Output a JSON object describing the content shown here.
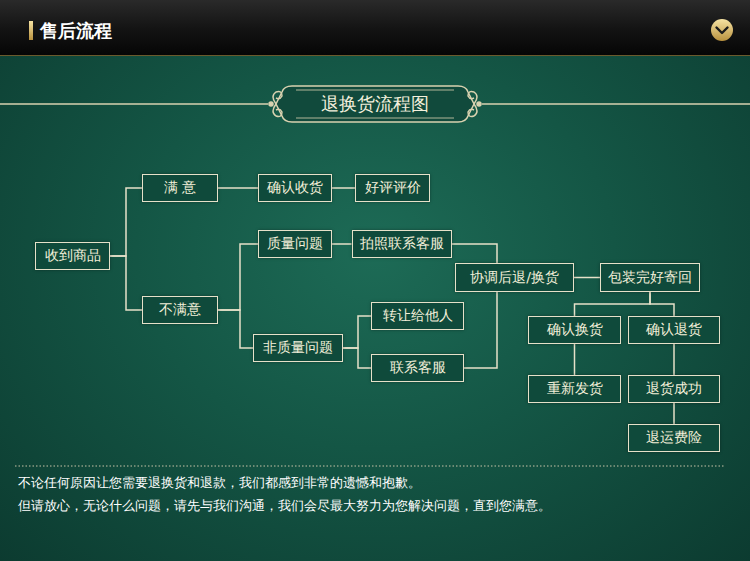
{
  "diagram": {
    "title": "退换货流程图",
    "nodes": [
      {
        "text": [
          "收到商品"
        ]
      },
      {
        "text": [
          "满 意"
        ]
      },
      {
        "text": [
          "确认收货"
        ]
      },
      {
        "text": [
          "好评评价"
        ]
      },
      {
        "text": [
          "不满意"
        ]
      },
      {
        "text": [
          "质量问题"
        ]
      },
      {
        "text": [
          "拍照联系客服"
        ]
      },
      {
        "text": [
          "非质量问题"
        ]
      },
      {
        "text": [
          "转让给他人"
        ]
      },
      {
        "text": [
          "联系客服"
        ]
      },
      {
        "text": [
          "协调后退/换货"
        ]
      },
      {
        "text": [
          "包装完好寄回"
        ]
      },
      {
        "text": [
          "确认换货"
        ]
      },
      {
        "text": [
          "确认退货"
        ]
      },
      {
        "text": [
          "重新发货"
        ]
      },
      {
        "text": [
          "退货成功"
        ]
      },
      {
        "text": [
          "退运费险"
        ]
      }
    ],
    "edges": [
      {
        "from": 0,
        "to": 1,
        "arrow": "none"
      },
      {
        "from": 0,
        "to": 4,
        "arrow": "none"
      },
      {
        "from": 1,
        "to": 2,
        "arrow": "none"
      },
      {
        "from": 2,
        "to": 3,
        "arrow": "none"
      },
      {
        "from": 4,
        "to": 5,
        "arrow": "none"
      },
      {
        "from": 4,
        "to": 7,
        "arrow": "none"
      },
      {
        "from": 5,
        "to": 6,
        "arrow": "none"
      },
      {
        "from": 7,
        "to": 8,
        "arrow": "none"
      },
      {
        "from": 7,
        "to": 9,
        "arrow": "none"
      },
      {
        "from": 6,
        "to": 10,
        "arrow": "none"
      },
      {
        "from": 9,
        "to": 10,
        "arrow": "none"
      },
      {
        "from": 10,
        "to": 11,
        "arrow": "none"
      },
      {
        "from": 11,
        "to": 12,
        "arrow": "none"
      },
      {
        "from": 11,
        "to": 13,
        "arrow": "none"
      },
      {
        "from": 12,
        "to": 14,
        "arrow": "none"
      },
      {
        "from": 13,
        "to": 15,
        "arrow": "none"
      },
      {
        "from": 15,
        "to": 16,
        "arrow": "none"
      }
    ],
    "labels": [
      "售后流程",
      "不论任何原因让您需要退换货和退款，我们都感到非常的遗憾和抱歉。",
      "但请放心，无论什么问题，请先与我们沟通，我们会尽最大努力为您解决问题，直到您满意。"
    ]
  }
}
